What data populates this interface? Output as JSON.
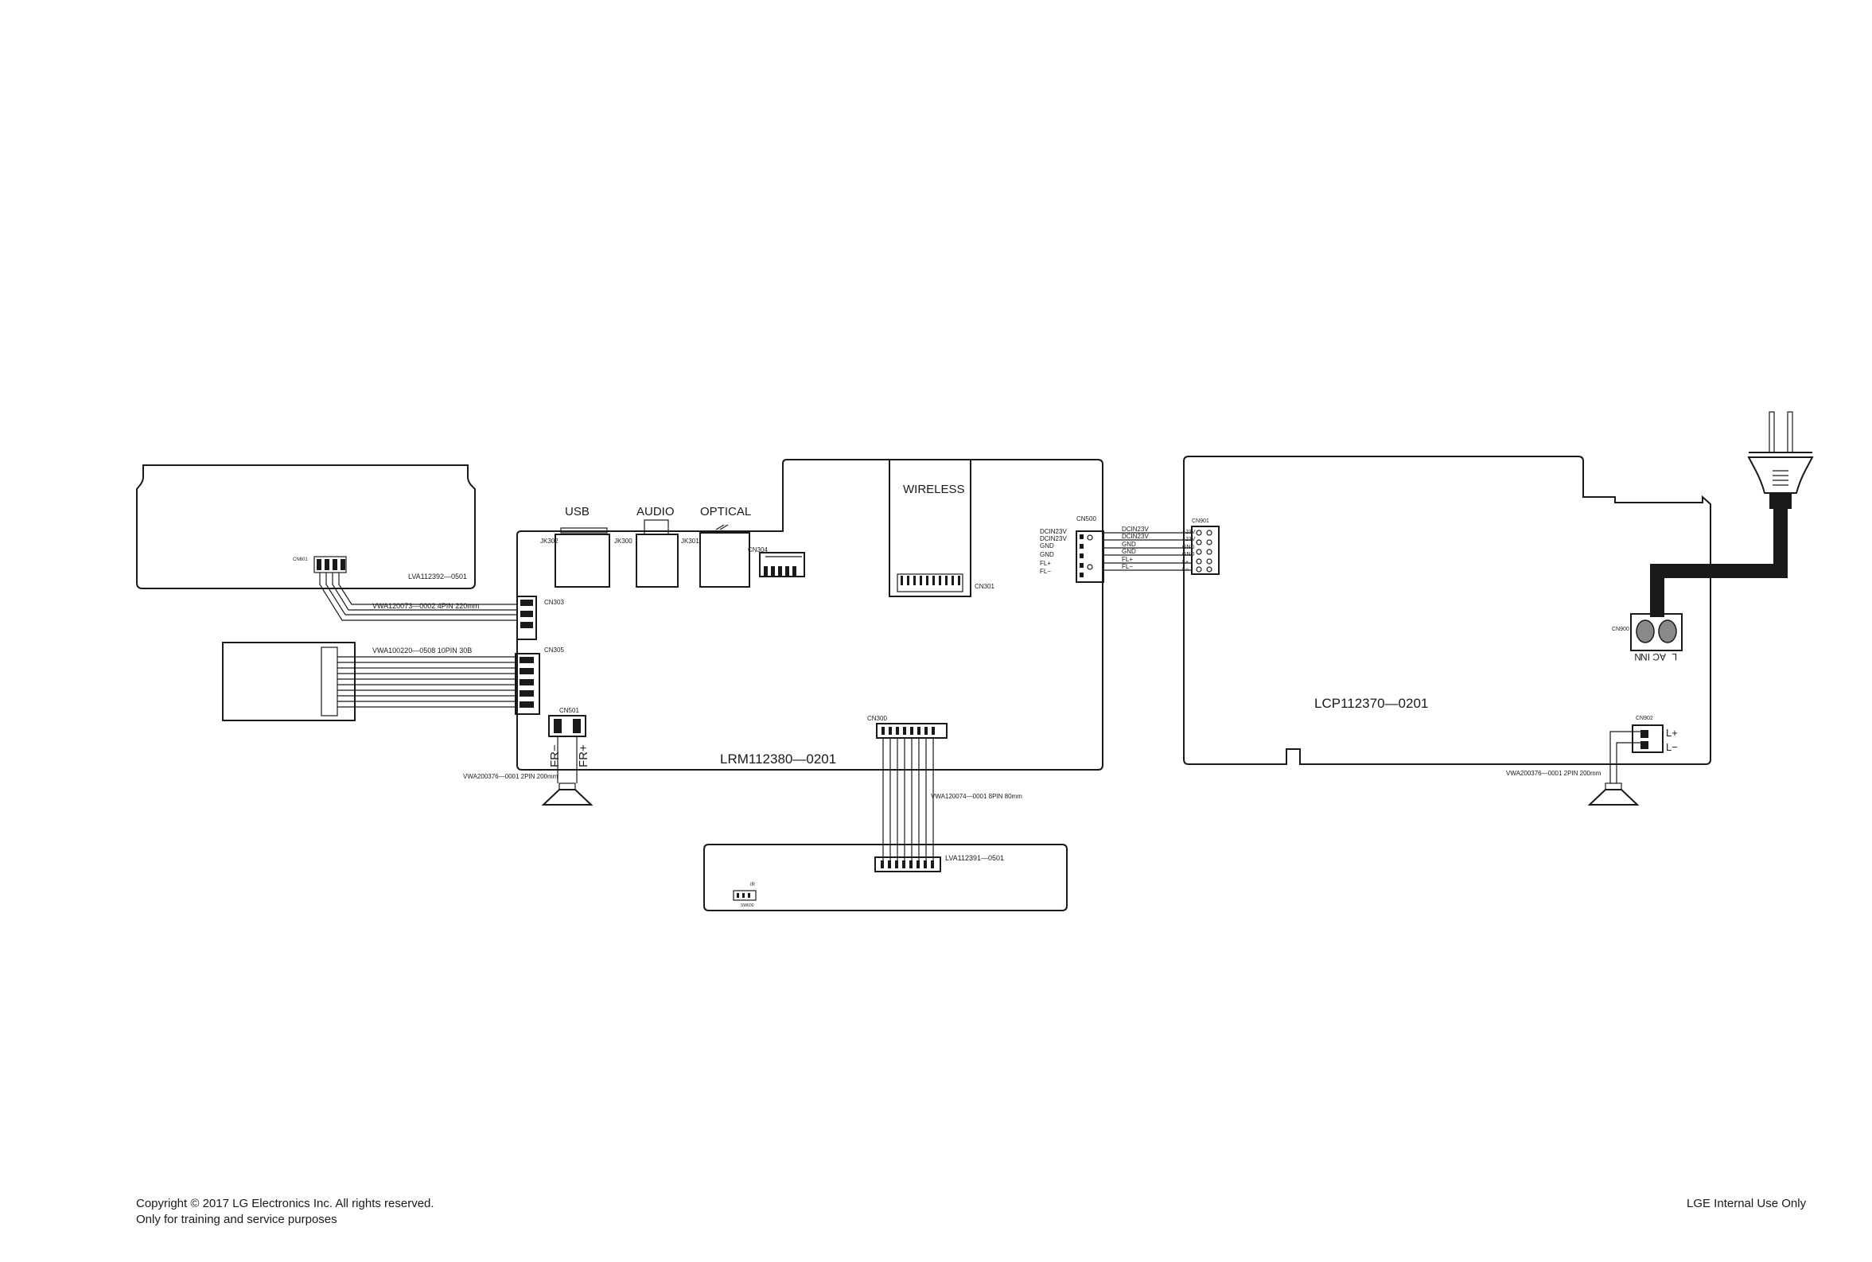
{
  "boards": {
    "main": "LRM112380—0201",
    "power": "LCP112370—0201",
    "display": "LVA112392—0501",
    "front": "LVA112391—0501"
  },
  "ports": {
    "usb": "USB",
    "audio": "AUDIO",
    "optical": "OPTICAL",
    "wireless": "WIRELESS"
  },
  "refs": {
    "jk302": "JK302",
    "jk300": "JK300",
    "jk301": "JK301",
    "cn304": "CN304",
    "cn303": "CN303",
    "cn305": "CN305",
    "cn501": "CN501",
    "cn300": "CN300",
    "cn301": "CN301",
    "cn500": "CN500",
    "cn901": "CN901",
    "cn900": "CN900",
    "cn902": "CN902",
    "cn601": "CN601",
    "sw": "SW600",
    "ir": "IR"
  },
  "cables": {
    "c1": "VWA120073—0002   4PIN 220mm",
    "c2": "VWA100220—0508   10PIN 30B",
    "c3": "VWA200376—0001   2PIN 200mm",
    "c4": "VWA120074—0001   8PIN 80mm",
    "c5": "VWA200376—0001   2PIN 200mm"
  },
  "power_signals": [
    "DCIN23V",
    "DCIN23V",
    "GND",
    "GND",
    "FL+",
    "FL−"
  ],
  "power_pins": [
    "+23V",
    "+23V",
    "GND",
    "GND",
    "L+",
    "L−"
  ],
  "speaker_labels": {
    "fr_minus": "FR−",
    "fr_plus": "FR+",
    "l_plus": "L+",
    "l_minus": "L−"
  },
  "ac_labels": {
    "l": "L",
    "ac_in": "AC IN",
    "n": "N"
  },
  "footer": {
    "copyright": "Copyright © 2017 LG Electronics Inc. All rights reserved.",
    "training": "Only for training and service purposes",
    "internal": "LGE Internal Use Only"
  }
}
